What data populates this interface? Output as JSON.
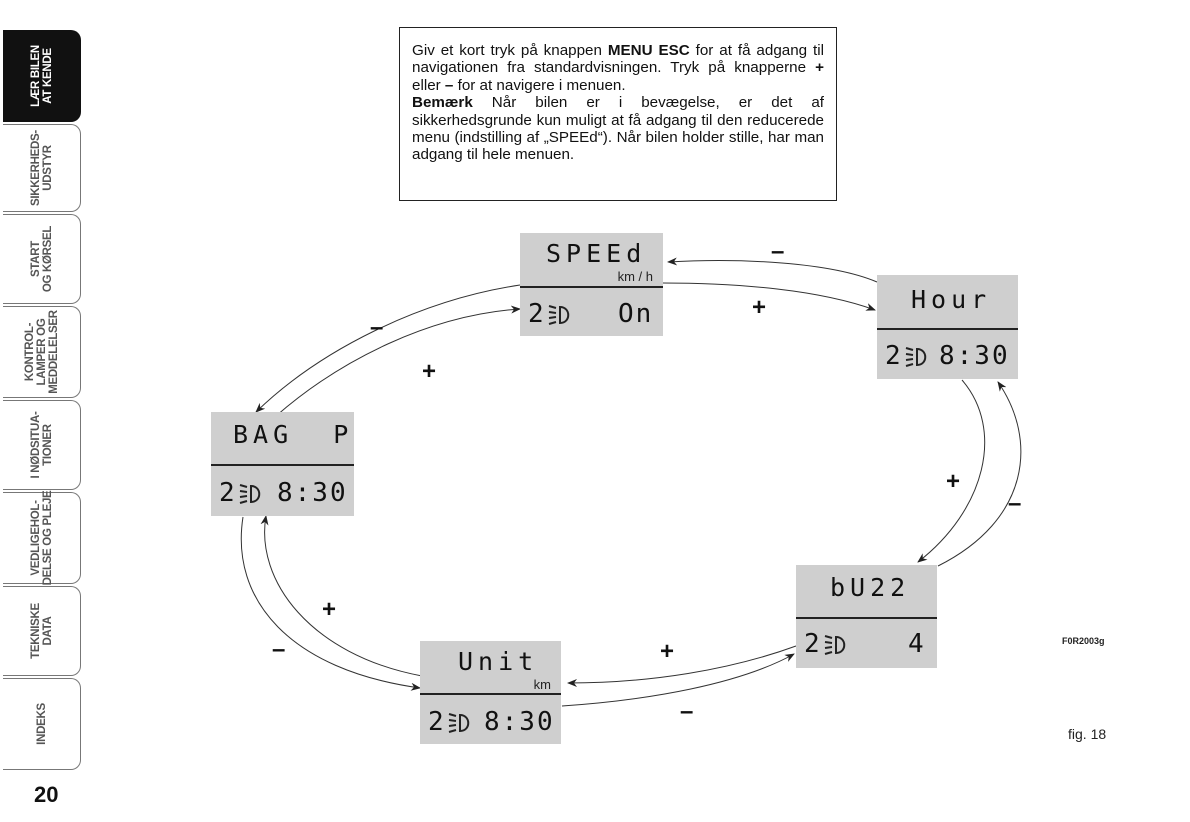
{
  "sidebar": {
    "tabs": [
      {
        "label": "LÆR BILEN\nAT KENDE",
        "active": true
      },
      {
        "label": "SIKKERHEDS-\nUDSTYR",
        "active": false
      },
      {
        "label": "START\nOG KØRSEL",
        "active": false
      },
      {
        "label": "KONTROL-\nLAMPER OG\nMEDDELELSER",
        "active": false
      },
      {
        "label": "I NØDSITUA-\nTIONER",
        "active": false
      },
      {
        "label": "VEDLIGEHOL-\nDELSE OG PLEJE",
        "active": false
      },
      {
        "label": "TEKNISKE\nDATA",
        "active": false
      },
      {
        "label": "INDEKS",
        "active": false
      }
    ],
    "page_number": "20"
  },
  "note": {
    "p1_a": "Giv et kort tryk på knappen ",
    "p1_b": "MENU ESC",
    "p1_c": " for at få adgang til navigationen fra standardvisningen. Tryk på knapperne ",
    "p1_d": "+",
    "p1_e": " eller ",
    "p1_f": "–",
    "p1_g": " for at navigere i menuen.",
    "p2_a": "Bemærk",
    "p2_b": " Når bilen er i bevægelse, er det af sikkerhedsgrunde kun muligt at få adgang til den reducerede menu (indstilling af „SPEEd“). Når bilen holder stille, har man adgang til hele menuen."
  },
  "displays": {
    "speed": {
      "title": "SPEEd",
      "unit": "km / h",
      "gear": "2",
      "value": "On"
    },
    "hour": {
      "title": "Hour",
      "gear": "2",
      "value": "8:30"
    },
    "bag": {
      "title": "BAG  P",
      "gear": "2",
      "value": "8:30"
    },
    "buzz": {
      "title": "bU22",
      "gear": "2",
      "value": "4"
    },
    "unit": {
      "title": "Unit",
      "unit": "km",
      "gear": "2",
      "value": "8:30"
    }
  },
  "signs": {
    "plus": "+",
    "minus": "–"
  },
  "figure": {
    "code": "F0R2003g",
    "caption": "fig. 18"
  }
}
